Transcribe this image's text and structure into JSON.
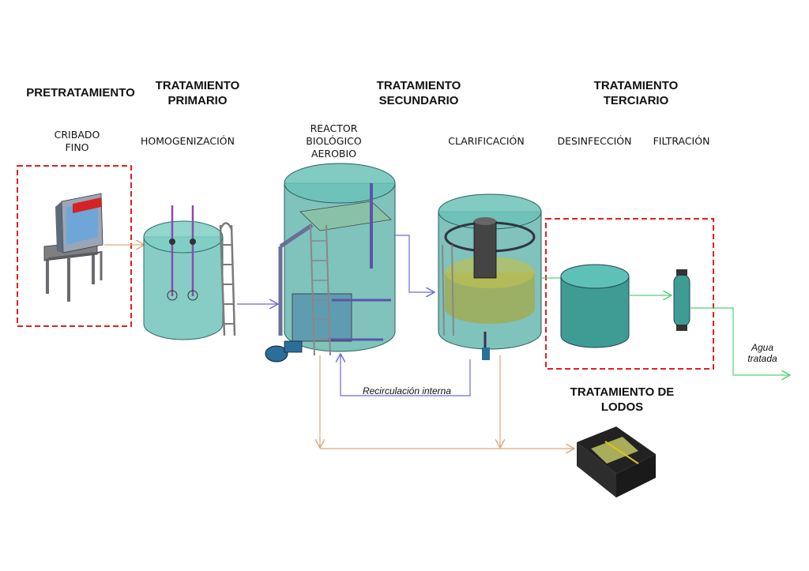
{
  "stages": {
    "pretratamiento": "PRETRATAMIENTO",
    "primario": [
      "TRATAMIENTO",
      "PRIMARIO"
    ],
    "secundario": [
      "TRATAMIENTO",
      "SECUNDARIO"
    ],
    "terciario": [
      "TRATAMIENTO",
      "TERCIARIO"
    ],
    "lodos": [
      "TRATAMIENTO DE",
      "LODOS"
    ]
  },
  "processes": {
    "cribado": [
      "CRIBADO",
      "FINO"
    ],
    "homogenizacion": "HOMOGENIZACIÓN",
    "reactor": [
      "REACTOR",
      "BIOLÓGICO",
      "AEROBIO"
    ],
    "clarificacion": "CLARIFICACIÓN",
    "desinfeccion": "DESINFECCIÓN",
    "filtracion": "FILTRACIÓN"
  },
  "annotations": {
    "recirculacion": "Recirculación interna",
    "agua_tratada": [
      "Agua",
      "tratada"
    ]
  },
  "colors": {
    "flow_orange": "#e0a77a",
    "flow_blue": "#6b6bd6",
    "flow_green": "#4fd46f",
    "tank_teal": "#4aa8a0",
    "highlight_red": "#e02020"
  }
}
